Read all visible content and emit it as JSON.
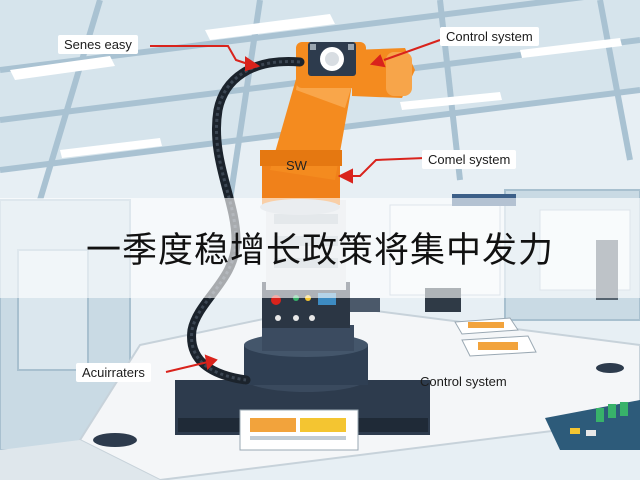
{
  "callouts": {
    "senses": "Senes easy",
    "control_top": "Control system",
    "comel": "Comel system",
    "actuators": "Acuirraters",
    "control_bottom": "Control system"
  },
  "arm_label": "SW",
  "banner_text": "一季度稳增长政策将集中发力",
  "colors": {
    "arm_orange": "#f48b1f",
    "arrow_red": "#d9231c",
    "base_navy": "#2d3b4d",
    "ceiling_blue": "#b9cfdc"
  }
}
